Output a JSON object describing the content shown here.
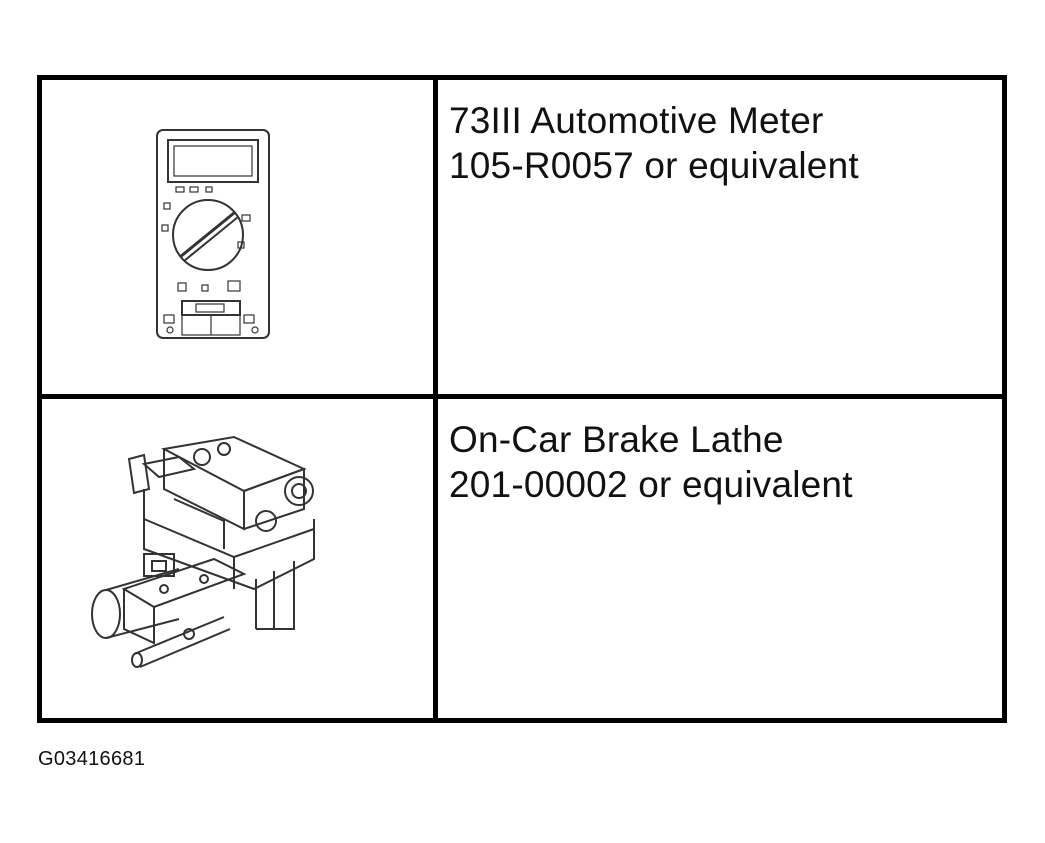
{
  "table": {
    "rows": [
      {
        "icon": "multimeter-icon",
        "name": "73III Automotive Meter",
        "part_number": "105-R0057 or equivalent"
      },
      {
        "icon": "brake-lathe-icon",
        "name": "On-Car Brake Lathe",
        "part_number": "201-00002 or equivalent"
      }
    ]
  },
  "figure_id": "G03416681"
}
